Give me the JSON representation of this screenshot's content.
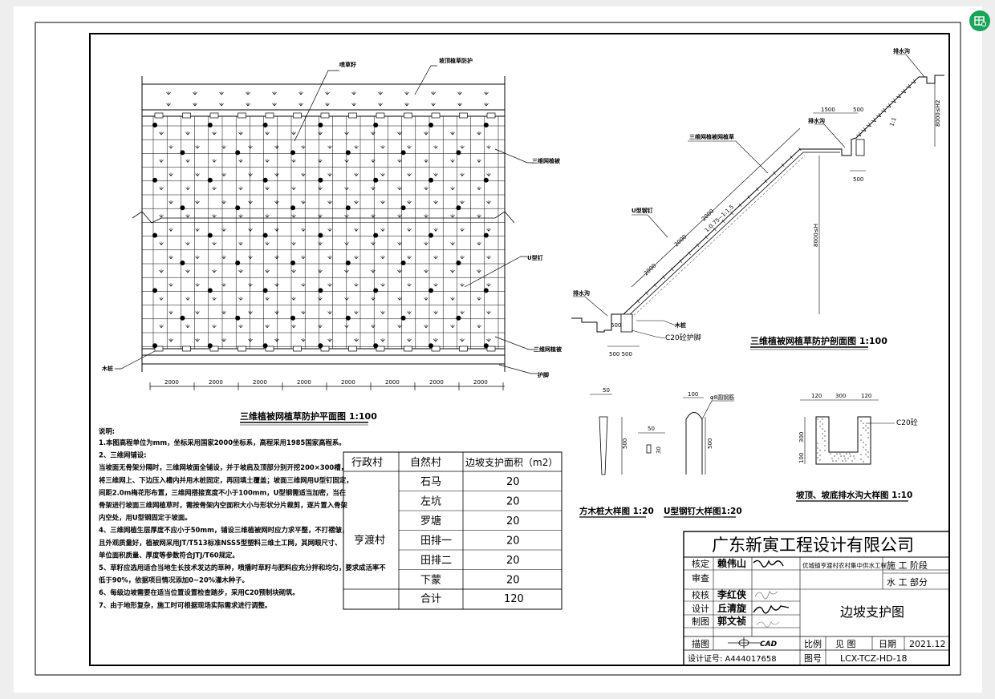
{
  "plan": {
    "title": "三维植被网植草防护平面图 1:100",
    "labels": {
      "spray": "喷草籽",
      "top_protect": "坡顶植草防护",
      "net_slope": "三维网植被",
      "u_nail": "U型钉",
      "net_slope_2": "三维网植被",
      "wood_pile": "木桩",
      "toe_protect": "护脚"
    },
    "dims": [
      "2000",
      "2000",
      "2000",
      "2000",
      "2000",
      "2000",
      "2000",
      "2000"
    ]
  },
  "section": {
    "title": "三维植被网植草防护剖面图 1:100",
    "labels": {
      "drain_top": "排水沟",
      "drain_mid": "排水沟",
      "net": "三维网植被网植草",
      "u_nail": "U型钢钉",
      "drain_bottom": "排水沟",
      "pile": "木桩",
      "c20_toe": "C20砼护脚",
      "slope_ratio": "1:0.75~1:1.5",
      "slope_top": "1:1",
      "h_top": "8000≤H2",
      "h_main": "8000≤H",
      "d1500": "1500",
      "d500a": "500",
      "d500b": "500",
      "d500c": "500 500",
      "d2000a": "2000",
      "d2000b": "2000",
      "d2000c": "2000"
    }
  },
  "details": {
    "pile_title": "方木桩大样图 1:20",
    "nail_title": "U型钢钉大样图1:20",
    "ditch_title": "坡顶、坡底排水沟大样图 1:10",
    "pile_dims": {
      "w": "50",
      "h": "500",
      "s1": "50",
      "s2": "30"
    },
    "nail_dims": {
      "w": "100",
      "h": "500",
      "rebar": "φ8圆钢筋"
    },
    "ditch_dims": {
      "a": "120",
      "b": "300",
      "c": "120",
      "h1": "300",
      "h2": "100",
      "mat": "C20砼"
    }
  },
  "notes": {
    "heading": "说明:",
    "lines": [
      "1.本图高程单位为mm，坐标采用国家2000坐标系，高程采用1985国家高程系。",
      "2、三维网铺设:",
      "当坡面无骨架分隔时，三维网坡面全铺设，并于坡肩及顶部分别开挖200×300槽，",
      "将三维网上、下边压入槽内并用木桩固定，再回填土覆盖；坡面三维网用U型钉固定，",
      "间距2.0m梅花形布置，三维网搭接宽度不小于100mm，U型钢需适当加密，当在",
      "骨架进行坡面三维网植草时，需按骨架内空面积大小与形状分片裁剪，逐片置入骨架",
      "内空处，用U型钢固定于坡面。",
      "4、三维网植生层厚度不应小于50mm，铺设三维植被网时应力求平整，不打褶皱，",
      "且外观质量好，植被网采用JT/T513标准NSS5型塑料三维土工网，其网眼尺寸、",
      "单位面积质量、厚度等参数符合JTJ/T60规定。",
      "5、草籽应选用适合当地生长技术发达的草种，喷播时草籽与肥料应充分拌和均匀，要求成活率不",
      "低于90%，依据项目情况添加0~20%灌木种子。",
      "6、每级边坡需要在适当位置设置检查踏步，采用C20预制块砌筑。",
      "7、由于地形复杂，施工时可根据现场实际需求进行调整。"
    ]
  },
  "quantity_table": {
    "headers": [
      "行政村",
      "自然村",
      "边坡支护面积（m2）"
    ],
    "admin_village": "亨渡村",
    "rows": [
      {
        "village": "石马",
        "area": "20"
      },
      {
        "village": "左坑",
        "area": "20"
      },
      {
        "village": "罗塘",
        "area": "20"
      },
      {
        "village": "田排一",
        "area": "20"
      },
      {
        "village": "田排二",
        "area": "20"
      },
      {
        "village": "下蒙",
        "area": "20"
      }
    ],
    "total_label": "合计",
    "total_value": "120"
  },
  "title_block": {
    "company": "广东新寅工程设计有限公司",
    "project": "优城镇亨渡村农村集中供水工程",
    "stage_label": "施 工 阶段",
    "dept_label": "水 工 部分",
    "drawing_name": "边坡支护图",
    "roles": [
      {
        "role": "核定",
        "name": "赖伟山"
      },
      {
        "role": "审查",
        "name": ""
      },
      {
        "role": "校核",
        "name": "李红侠"
      },
      {
        "role": "设计",
        "name": "丘清旋"
      },
      {
        "role": "制图",
        "name": "郭文祯"
      },
      {
        "role": "描图",
        "name": ""
      }
    ],
    "cad_label": "CAD",
    "cert": "设计证号: A444017658",
    "scale_label": "比例",
    "scale_value": "见 图",
    "date_label": "日期",
    "date_value": "2021.12",
    "drawing_no_label": "图号",
    "drawing_no": "LCX-TCZ-HD-18"
  },
  "colors": {
    "accent_button": "#1aa35a",
    "ink": "#000000",
    "viewer_bg": "#eeeeee"
  },
  "icons": {
    "tool": "table-tool-icon"
  }
}
